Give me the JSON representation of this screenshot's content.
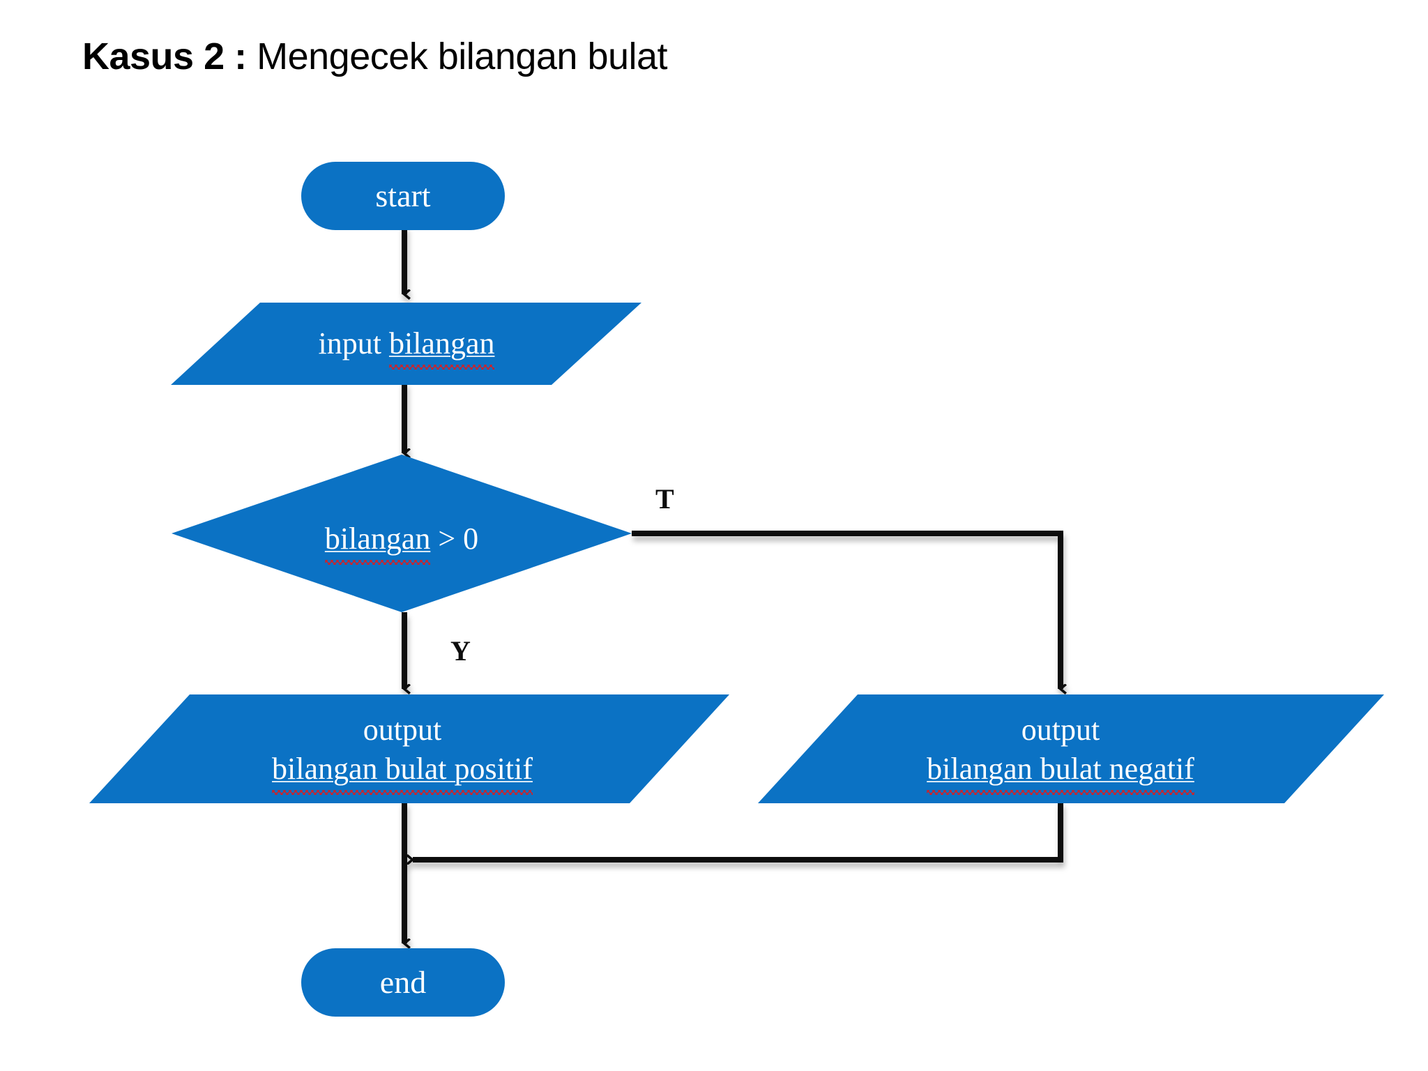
{
  "slide": {
    "title_bold": "Kasus 2 :",
    "title_rest": " Mengecek bilangan bulat"
  },
  "colors": {
    "shape_fill": "#0B72C4",
    "shape_text": "#ffffff",
    "connector": "#0d0d0d",
    "spellcheck_underline": "#e01b1b",
    "background": "#ffffff"
  },
  "chart_data": {
    "type": "diagram",
    "diagram_kind": "flowchart",
    "title": "Kasus 2 : Mengecek bilangan bulat",
    "nodes": [
      {
        "id": "start",
        "shape": "terminator",
        "label": "start"
      },
      {
        "id": "input",
        "shape": "parallelogram",
        "label": "input bilangan"
      },
      {
        "id": "decision",
        "shape": "diamond",
        "label": "bilangan > 0"
      },
      {
        "id": "out_pos",
        "shape": "parallelogram",
        "label_line1": "output",
        "label_line2": "bilangan bulat positif"
      },
      {
        "id": "out_neg",
        "shape": "parallelogram",
        "label_line1": "output",
        "label_line2": "bilangan bulat negatif"
      },
      {
        "id": "end",
        "shape": "terminator",
        "label": "end"
      }
    ],
    "edges": [
      {
        "from": "start",
        "to": "input",
        "label": ""
      },
      {
        "from": "input",
        "to": "decision",
        "label": ""
      },
      {
        "from": "decision",
        "to": "out_pos",
        "label": "Y"
      },
      {
        "from": "decision",
        "to": "out_neg",
        "label": "T"
      },
      {
        "from": "out_pos",
        "to": "end",
        "label": ""
      },
      {
        "from": "out_neg",
        "to": "end",
        "label": ""
      }
    ]
  },
  "nodes": {
    "start": {
      "label": "start"
    },
    "input": {
      "prefix": "input ",
      "term": "bilangan"
    },
    "decision": {
      "term": "bilangan",
      "suffix": " > 0"
    },
    "out_pos": {
      "line1": "output",
      "line2": "bilangan bulat positif"
    },
    "out_neg": {
      "line1": "output",
      "line2": "bilangan bulat negatif"
    },
    "end": {
      "label": "end"
    }
  },
  "branches": {
    "true_label": "T",
    "false_label": "Y"
  }
}
